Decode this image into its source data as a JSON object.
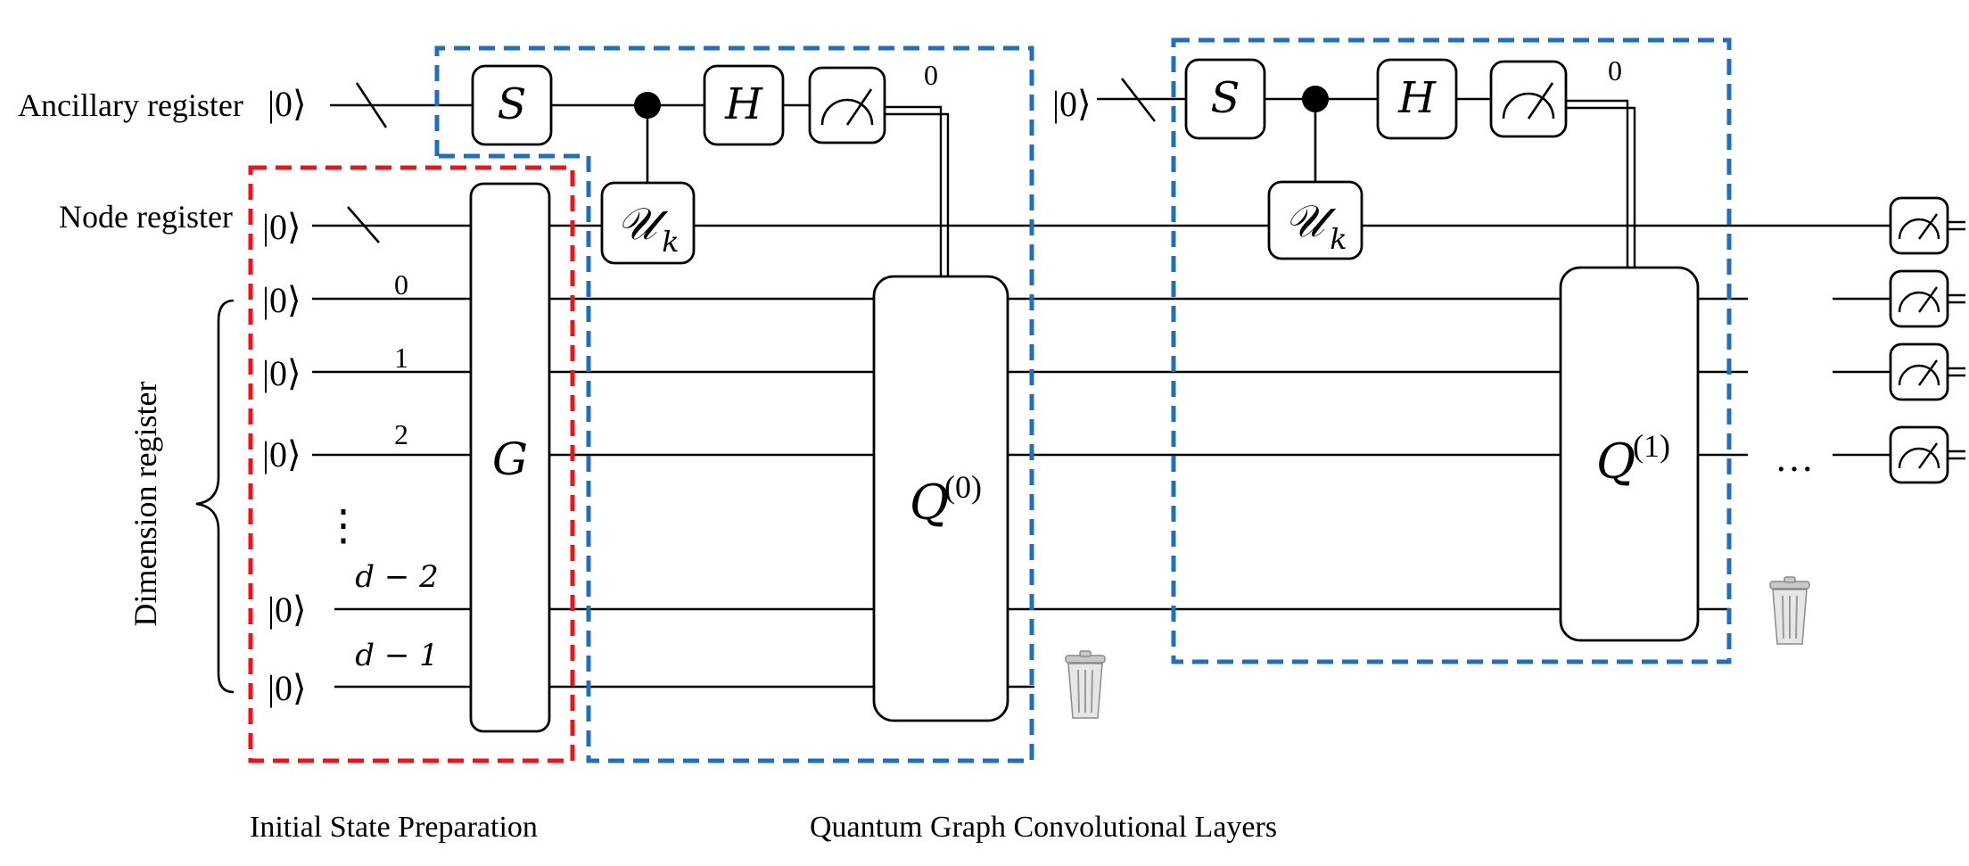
{
  "registers": {
    "ancillary_label": "Ancillary register",
    "node_label": "Node register",
    "dimension_label": "Dimension register",
    "ket_zero": "|0⟩"
  },
  "dimension_qubits": [
    "0",
    "1",
    "2",
    "d − 2",
    "d − 1"
  ],
  "vertical_dots": "⋮",
  "horizontal_dots": "…",
  "gates": {
    "s": "S",
    "h": "H",
    "g": "G",
    "u": "𝒰",
    "u_sub": "k",
    "q": "Q",
    "q0_sup": "(0)",
    "q1_sup": "(1)"
  },
  "measurement_result": "0",
  "sections": {
    "initial": "Initial State Preparation",
    "layers": "Quantum Graph Convolutional Layers"
  },
  "colors": {
    "initial_box": "#e8151b",
    "layer_box": "#1f6fbf",
    "trash": "#9a9a9a"
  },
  "icons": [
    "measurement-icon",
    "trash-icon",
    "brace-icon",
    "slash-icon",
    "control-dot-icon"
  ]
}
